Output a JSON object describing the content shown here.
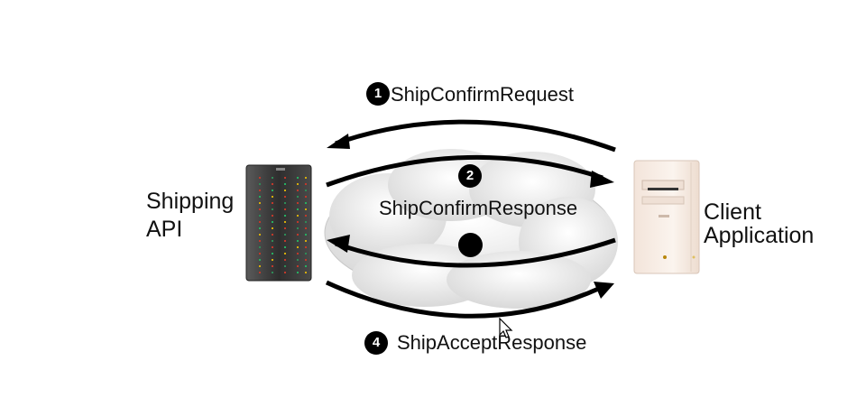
{
  "nodes": {
    "server": {
      "label_line1": "Shipping",
      "label_line2": "API"
    },
    "client": {
      "label_line1": "Client",
      "label_line2": "Application"
    }
  },
  "steps": [
    {
      "number": "1",
      "label": "ShipConfirmRequest"
    },
    {
      "number": "2",
      "label": "ShipConfirmResponse"
    },
    {
      "number": "",
      "label": ""
    },
    {
      "number": "4",
      "label": "ShipAcceptResponse"
    }
  ],
  "colors": {
    "arrow": "#000000",
    "cloud": "#e8e8e8",
    "server": "#3a3a3a",
    "client_case": "#f6ebe2"
  }
}
